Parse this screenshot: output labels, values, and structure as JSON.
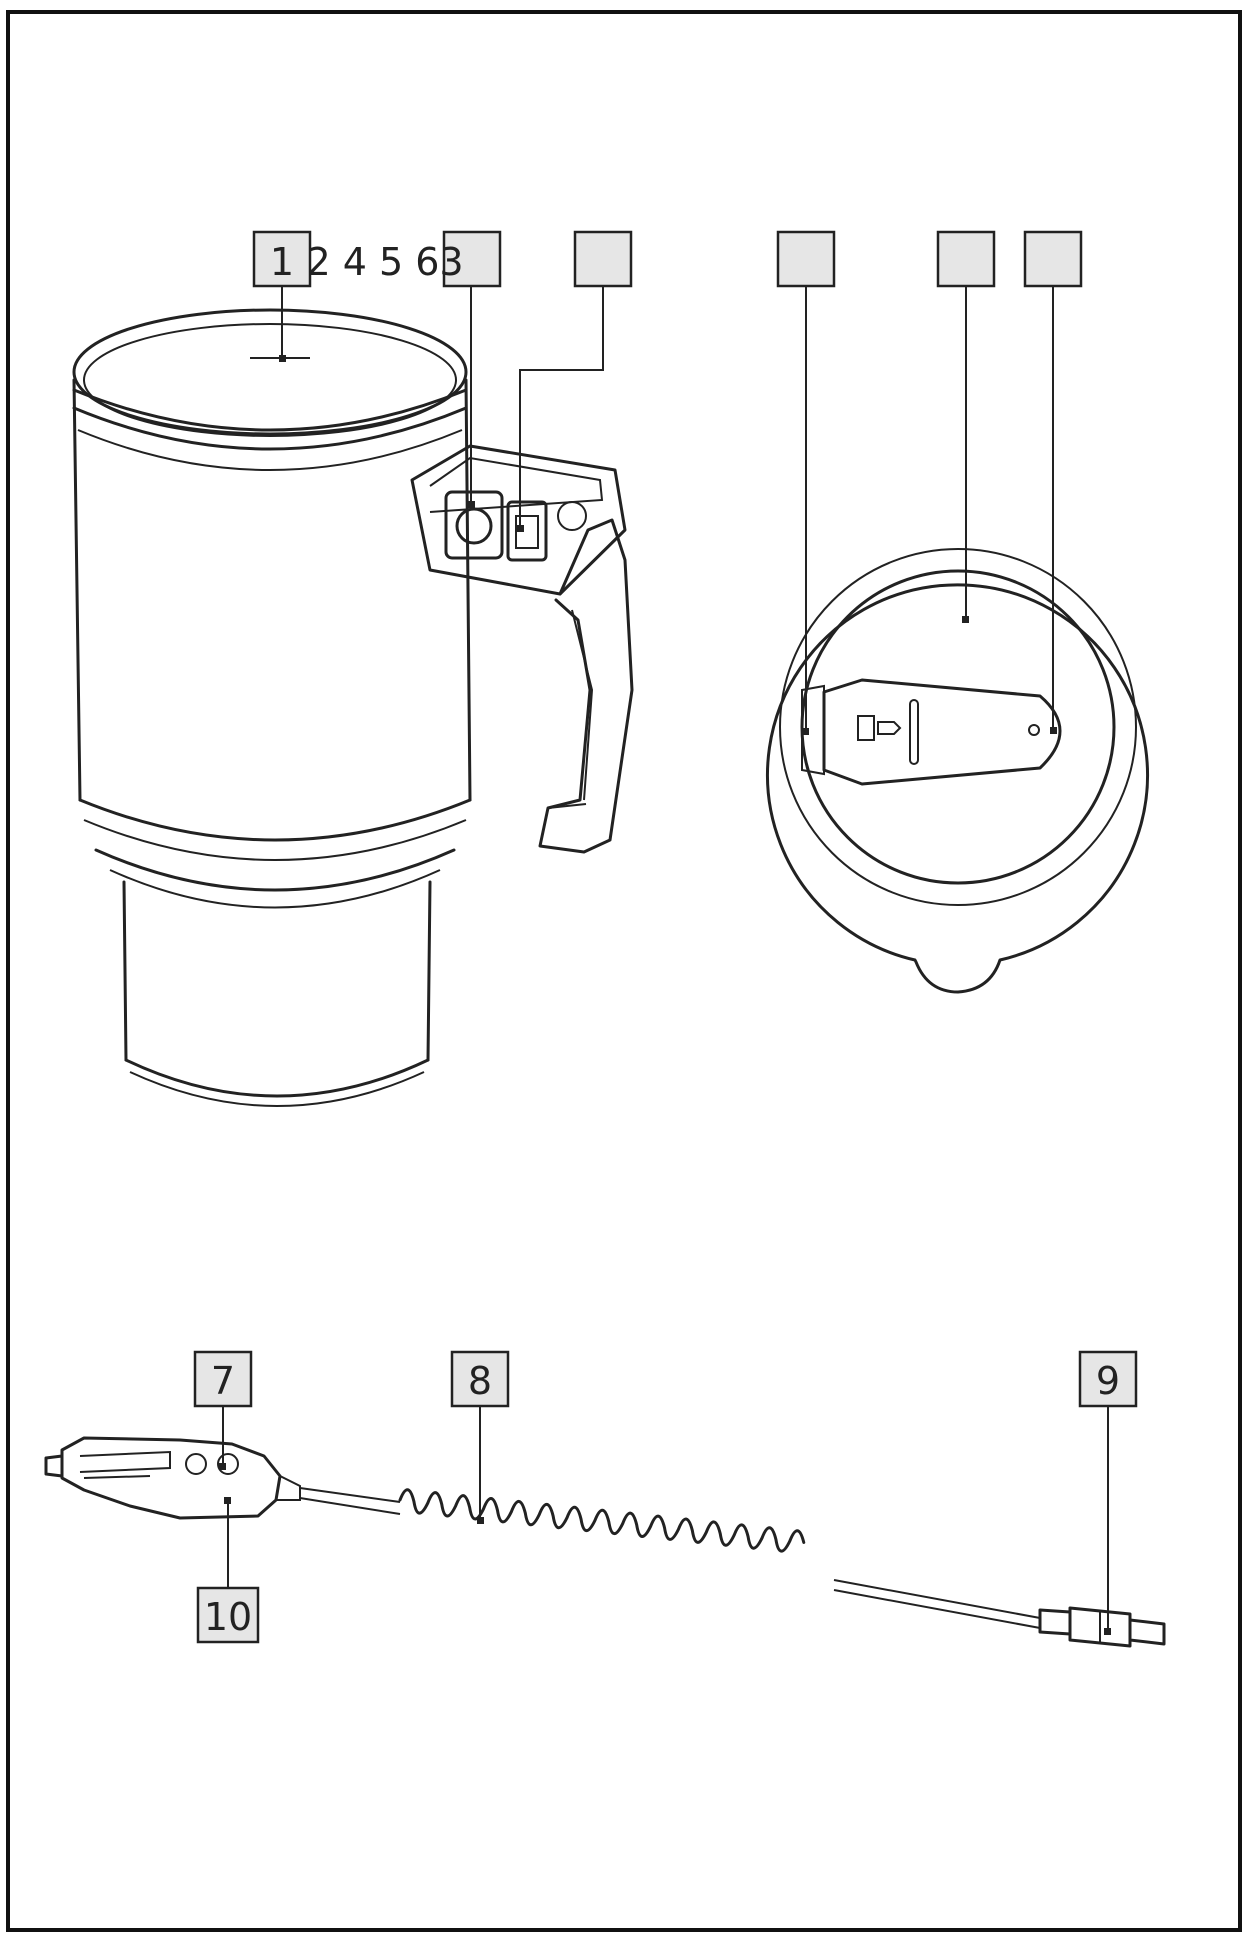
{
  "labels": {
    "l1": "1",
    "l_row": "2 4 5 63",
    "l7": "7",
    "l8": "8",
    "l9": "9",
    "l10": "10"
  },
  "icons": [
    "mug",
    "mug-lid",
    "car-charger-plug",
    "coiled-cable",
    "dc-connector"
  ]
}
